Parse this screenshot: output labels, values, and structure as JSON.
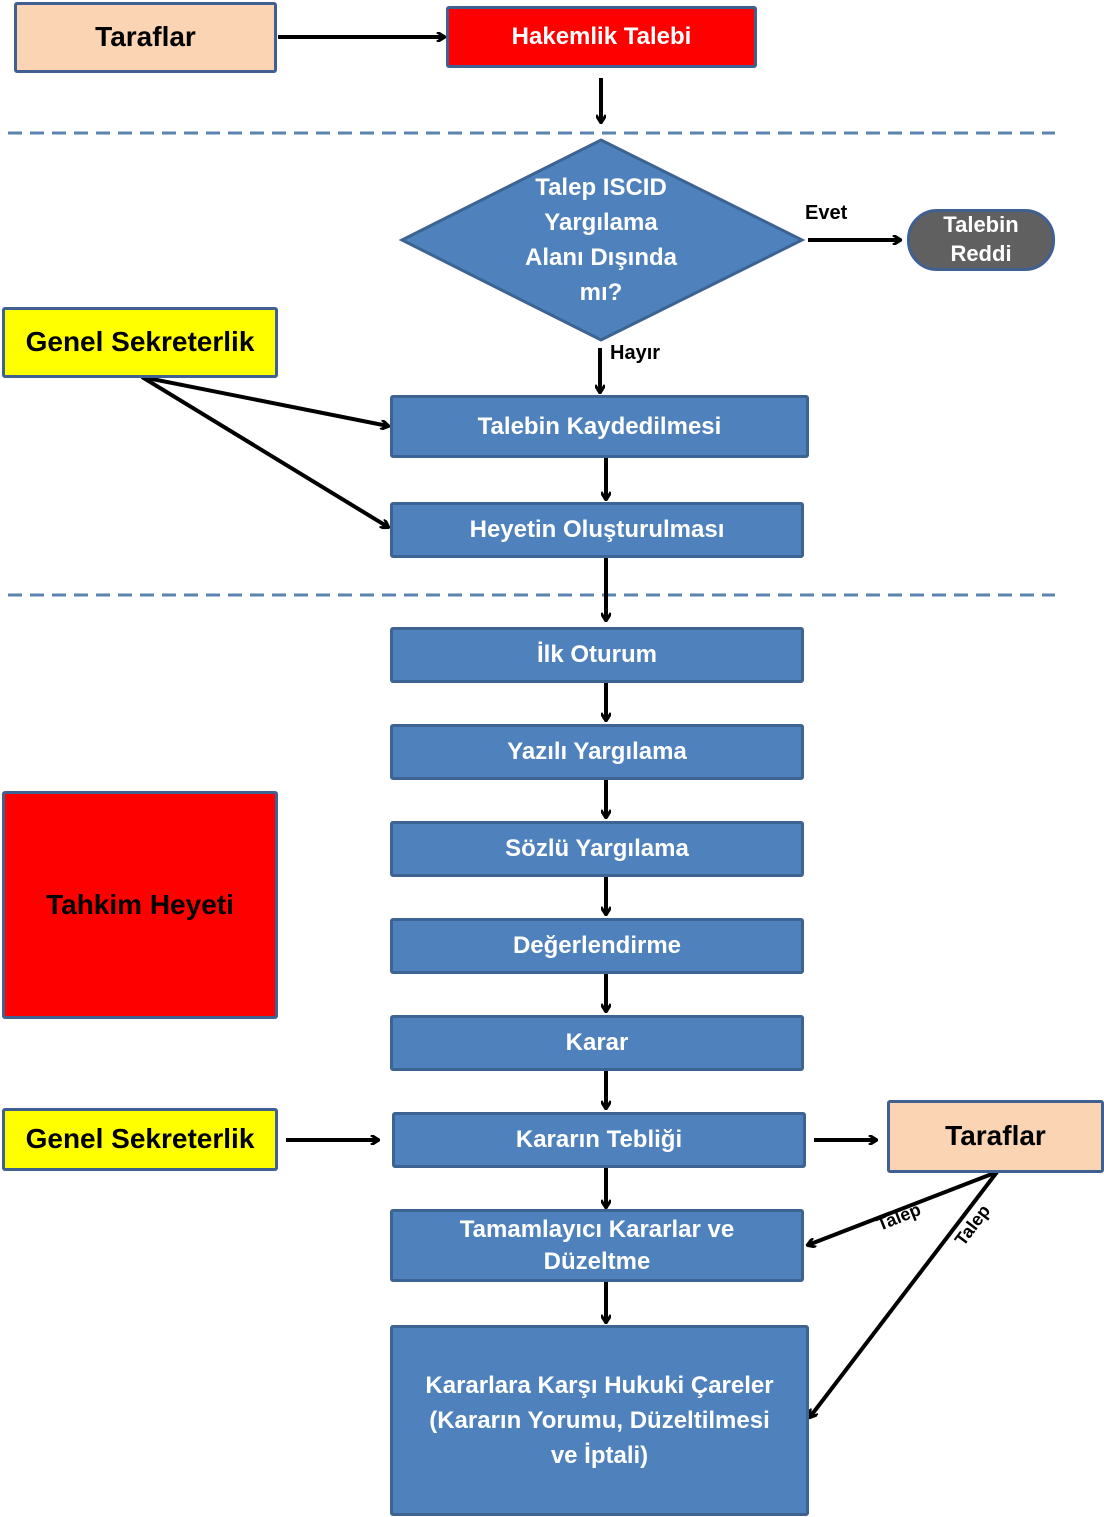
{
  "actors": {
    "parties_top": "Taraflar",
    "secretariat_top": "Genel Sekreterlik",
    "tribunal": "Tahkim Heyeti",
    "secretariat_bottom": "Genel Sekreterlik",
    "parties_bottom": "Taraflar"
  },
  "request": "Hakemlik Talebi",
  "decision": {
    "lines": [
      "Talep ISCID",
      "Yargılama",
      "Alanı Dışında",
      "mı?"
    ],
    "yes_label": "Evet",
    "no_label": "Hayır",
    "rejection": [
      "Talebin",
      "Reddi"
    ]
  },
  "steps": {
    "registration": "Talebin Kaydedilmesi",
    "constitution": "Heyetin Oluşturulması",
    "first_session": "İlk Oturum",
    "written": "Yazılı Yargılama",
    "oral": "Sözlü Yargılama",
    "evaluation": "Değerlendirme",
    "award": "Karar",
    "notification": "Kararın Tebliği",
    "supplementary": [
      "Tamamlayıcı Kararlar ve",
      "Düzeltme"
    ],
    "remedies": [
      "Kararlara Karşı Hukuki Çareler",
      "(Kararın Yorumu, Düzeltilmesi",
      "ve İptali)"
    ]
  },
  "edge_labels": {
    "request_1": "Talep",
    "request_2": "Talep"
  },
  "colors": {
    "step_fill": "#4f81bd",
    "step_border": "#3c6391",
    "peach": "#fbd4b4",
    "yellow": "#ffff00",
    "red": "#ff0000",
    "terminal": "#606060",
    "divider": "#5b84ae"
  }
}
